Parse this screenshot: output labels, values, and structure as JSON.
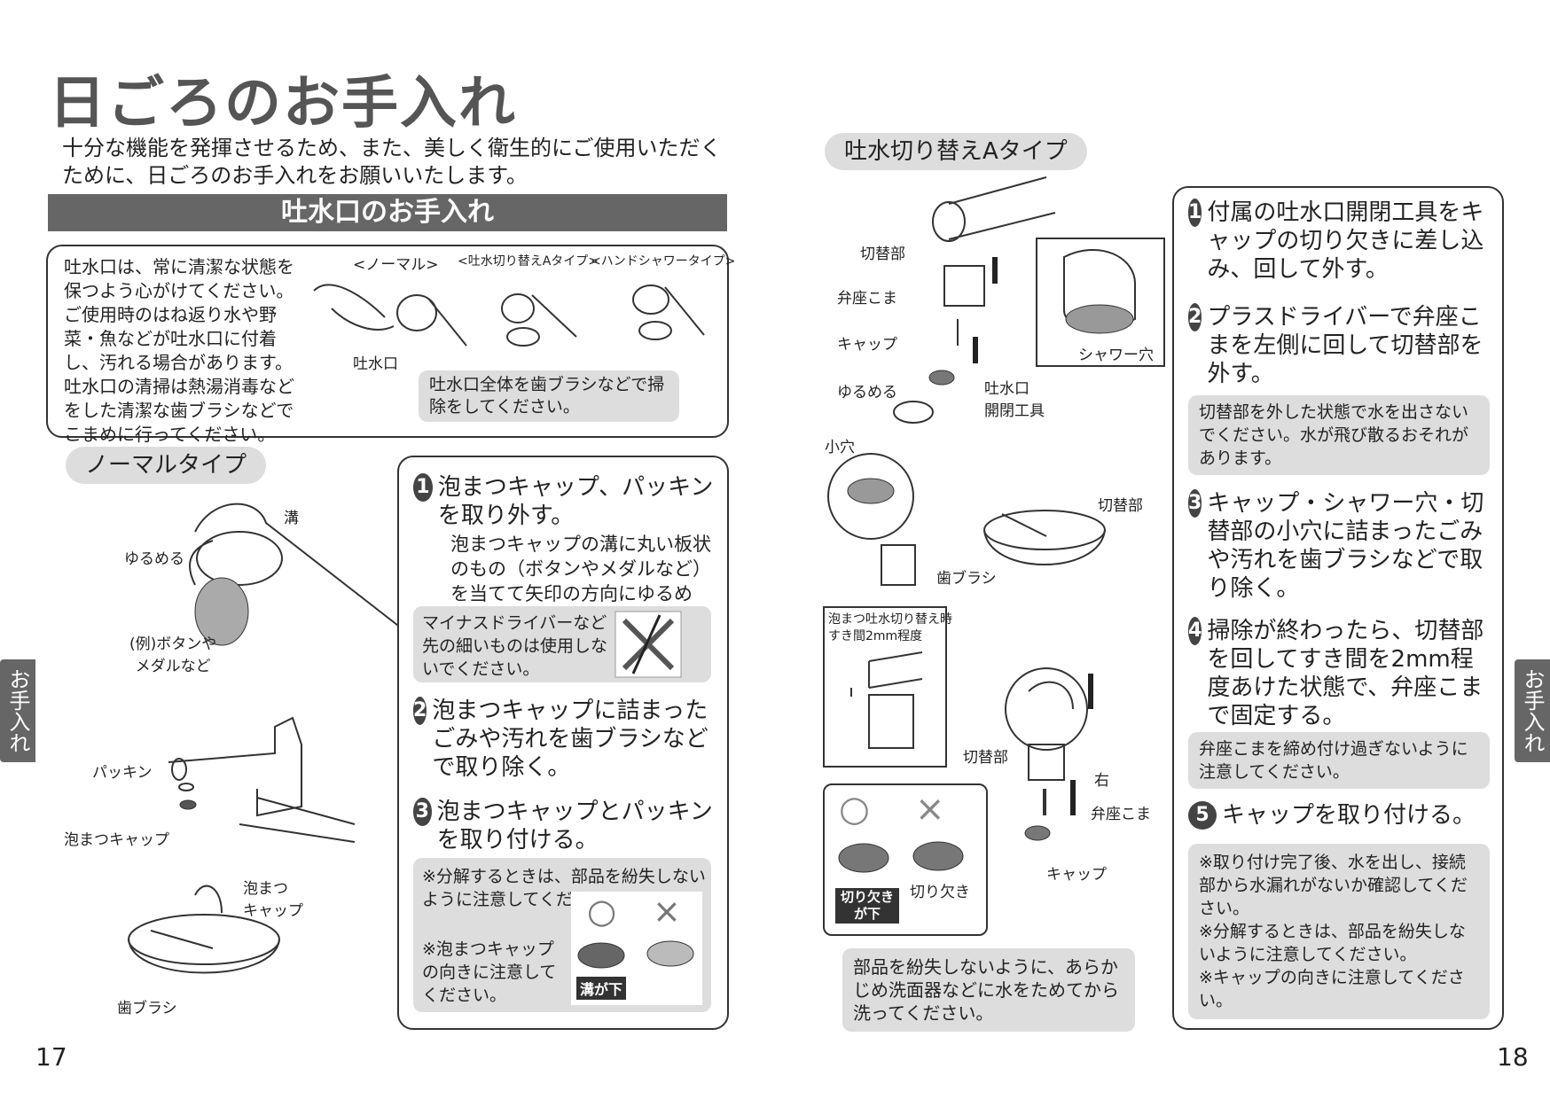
{
  "title": "日ごろのお手入れ",
  "intro": "十分な機能を発揮させるため、また、美しく衛生的にご使用いただくために、日ごろのお手入れをお願いいたします。",
  "section_bar": "吐水口のお手入れ",
  "top_box": {
    "text": "吐水口は、常に清潔な状態を保つよう心がけてください。ご使用時のはね返り水や野菜・魚などが吐水口に付着し、汚れる場合があります。吐水口の清掃は熱湯消毒などをした清潔な歯ブラシなどでこまめに行ってください。",
    "label_normal": "<ノーマル>",
    "label_a": "<吐水切り替えAタイプ>",
    "label_hand": "<ハンドシャワータイプ>",
    "label_outlet": "吐水口",
    "note": "吐水口全体を歯ブラシなどで掃除をしてください。"
  },
  "normal": {
    "pill": "ノーマルタイプ",
    "label_mizo": "溝",
    "label_yurumeru": "ゆるめる",
    "label_button": "(例)ボタンや\nメダルなど",
    "label_packing": "パッキン",
    "label_cap": "泡まつキャップ",
    "label_cap2": "泡まつ\nキャップ",
    "label_brush": "歯ブラシ",
    "step1_title": "泡まつキャップ、パッキンを取り外す。",
    "step1_body": "泡まつキャップの溝に丸い板状のもの（ボタンやメダルなど）を当てて矢印の方向にゆるめる。",
    "warn": "マイナスドライバーなど先の細いものは使用しないでください。",
    "step2": "泡まつキャップに詰まったごみや汚れを歯ブラシなどで取り除く。",
    "step3": "泡まつキャップとパッキンを取り付ける。",
    "note1": "※分解するときは、部品を紛失しないように注意してください。",
    "note2": "※泡まつキャップの向きに注意してください。",
    "ok_sym": "○",
    "ng_sym": "×",
    "mizo_label": "溝が下"
  },
  "type_a": {
    "pill": "吐水切り替えAタイプ",
    "label_kirikaebu": "切替部",
    "label_benza": "弁座こま",
    "label_cap": "キャップ",
    "label_yurumeru": "ゆるめる",
    "label_tool": "吐水口\n開閉工具",
    "label_shower": "シャワー穴",
    "label_koana": "小穴",
    "label_kirikaebu2": "切替部",
    "label_brush": "歯ブラシ",
    "gap_note": "泡まつ吐水切り替え時\nすき間2mm程度",
    "label_kirikaebu3": "切替部",
    "label_migi": "右",
    "label_benza2": "弁座こま",
    "label_cap2": "キャップ",
    "ok_sym": "○",
    "ng_sym": "×",
    "label_notch": "切り欠き",
    "notch_down": "切り欠き\nが下",
    "bottom_note": "部品を紛失しないように、あらかじめ洗面器などに水をためてから洗ってください。",
    "step1": "付属の吐水口開閉工具をキャップの切り欠きに差し込み、回して外す。",
    "step2": "プラスドライバーで弁座こまを左側に回して切替部を外す。",
    "warn2": "切替部を外した状態で水を出さないでください。水が飛び散るおそれがあります。",
    "step3": "キャップ・シャワー穴・切替部の小穴に詰まったごみや汚れを歯ブラシなどで取り除く。",
    "step4": "掃除が終わったら、切替部を回してすき間を2mm程度あけた状態で、弁座こまで固定する。",
    "warn4": "弁座こまを締め付け過ぎないように注意してください。",
    "step5": "キャップを取り付ける。",
    "final_note": "※取り付け完了後、水を出し、接続部から水漏れがないか確認してください。\n※分解するときは、部品を紛失しないように注意してください。\n※キャップの向きに注意してください。"
  },
  "side_tab": "お手入れ",
  "page_left": "17",
  "page_right": "18",
  "step_nums": [
    "1",
    "2",
    "3",
    "4",
    "5"
  ]
}
